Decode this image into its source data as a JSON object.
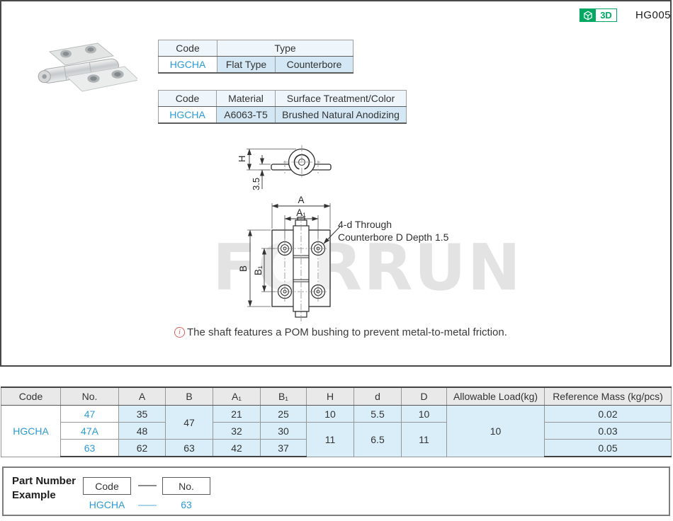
{
  "colors": {
    "accent_blue": "#2b9bd7",
    "cell_blue_light": "#d3e8f4",
    "cell_blue_table": "#daeef9",
    "header_gray": "#e9e9e9",
    "badge_green": "#00a862",
    "note_red": "#e05c5c",
    "watermark_gray": "#e3e3e3"
  },
  "header": {
    "badge_3d_label": "3D",
    "page_code": "HG005"
  },
  "type_table": {
    "header_code": "Code",
    "header_type": "Type",
    "code": "HGCHA",
    "type_flat": "Flat Type",
    "type_counterbore": "Counterbore"
  },
  "material_table": {
    "header_code": "Code",
    "header_material": "Material",
    "header_surface": "Surface Treatment/Color",
    "code": "HGCHA",
    "material": "A6063-T5",
    "surface": "Brushed Natural Anodizing"
  },
  "drawing": {
    "dim_h": "H",
    "dim_thickness": "3.5",
    "dim_a": "A",
    "dim_a1": "A₁",
    "dim_b": "B",
    "dim_b1": "B₁",
    "callout_line1": "4-d Through",
    "callout_line2": "Counterbore D Depth 1.5",
    "watermark": "FORRUN"
  },
  "note": {
    "icon": "i",
    "text": "The shaft features a POM bushing to prevent metal-to-metal friction."
  },
  "spec_table": {
    "headers": [
      "Code",
      "No.",
      "A",
      "B",
      "A₁",
      "B₁",
      "H",
      "d",
      "D",
      "Allowable Load(kg)",
      "Reference Mass (kg/pcs)"
    ],
    "code": "HGCHA",
    "no": [
      "47",
      "47A",
      "63"
    ],
    "a": [
      "35",
      "48",
      "62"
    ],
    "b_rows12": "47",
    "b_row3": "63",
    "a1": [
      "21",
      "32",
      "42"
    ],
    "b1": [
      "25",
      "30",
      "37"
    ],
    "h_row1": "10",
    "h_rows23": "11",
    "d_row1": "5.5",
    "d_rows23": "6.5",
    "dcap_row1": "10",
    "dcap_rows23": "11",
    "allowable_load": "10",
    "mass": [
      "0.02",
      "0.03",
      "0.05"
    ]
  },
  "part_number_example": {
    "title_line1": "Part Number",
    "title_line2": "Example",
    "code_box_label": "Code",
    "no_box_label": "No.",
    "example_code": "HGCHA",
    "example_no": "63"
  }
}
